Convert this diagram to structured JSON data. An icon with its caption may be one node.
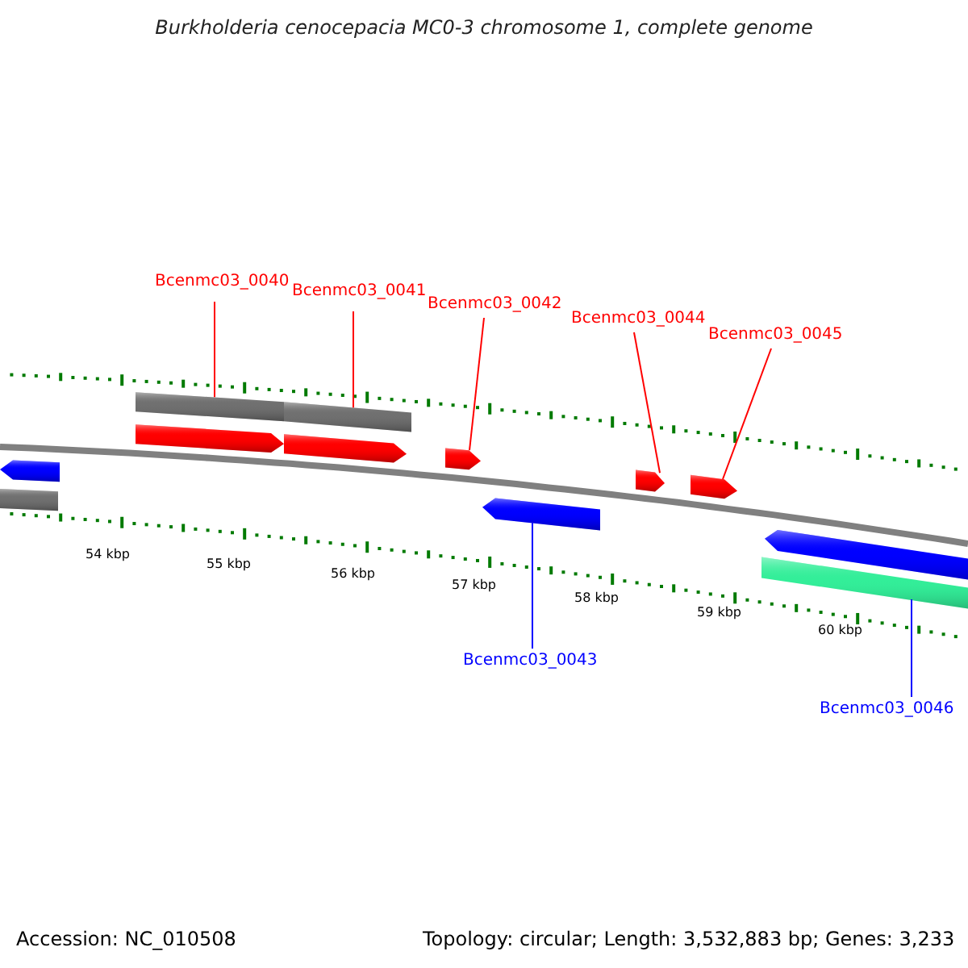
{
  "diagram": {
    "title": "Burkholderia cenocepacia MC0-3 chromosome 1, complete genome",
    "nodes": [
      {
        "text": [
          "Bcenmc03_0040"
        ]
      },
      {
        "text": [
          "Bcenmc03_0041"
        ]
      },
      {
        "text": [
          "Bcenmc03_0042"
        ]
      },
      {
        "text": [
          "Bcenmc03_0044"
        ]
      },
      {
        "text": [
          "Bcenmc03_0045"
        ]
      },
      {
        "text": [
          "Bcenmc03_0043"
        ]
      },
      {
        "text": [
          "Bcenmc03_0046"
        ]
      },
      {
        "text": [],
        "shape": "arrow"
      },
      {
        "text": [],
        "shape": "bar"
      },
      {
        "text": [],
        "shape": "bar"
      },
      {
        "text": [],
        "shape": "bar"
      },
      {
        "text": [],
        "shape": "arrow"
      },
      {
        "text": [],
        "shape": "arrow"
      },
      {
        "text": [],
        "shape": "arrow"
      },
      {
        "text": [],
        "shape": "arrow"
      },
      {
        "text": [],
        "shape": "arrow"
      },
      {
        "text": [],
        "shape": "arrow"
      },
      {
        "text": [],
        "shape": "bar"
      },
      {
        "text": [],
        "shape": "arrow"
      }
    ],
    "edges": [
      {
        "from": 0,
        "to": 9,
        "arrow": "none"
      },
      {
        "from": 1,
        "to": 10,
        "arrow": "none"
      },
      {
        "from": 2,
        "to": 13,
        "arrow": "none"
      },
      {
        "from": 3,
        "to": 15,
        "arrow": "none"
      },
      {
        "from": 4,
        "to": 16,
        "arrow": "none"
      },
      {
        "from": 5,
        "to": 14,
        "arrow": "none",
        "color": "#0000ff"
      },
      {
        "from": 6,
        "to": 17,
        "arrow": "none",
        "color": "#0000ff"
      }
    ],
    "labels": [
      "54 kbp",
      "55 kbp",
      "56 kbp",
      "57 kbp",
      "58 kbp",
      "59 kbp",
      "60 kbp",
      "Accession: NC_010508",
      "Topology: circular; Length: 3,532,883 bp; Genes: 3,233"
    ]
  }
}
